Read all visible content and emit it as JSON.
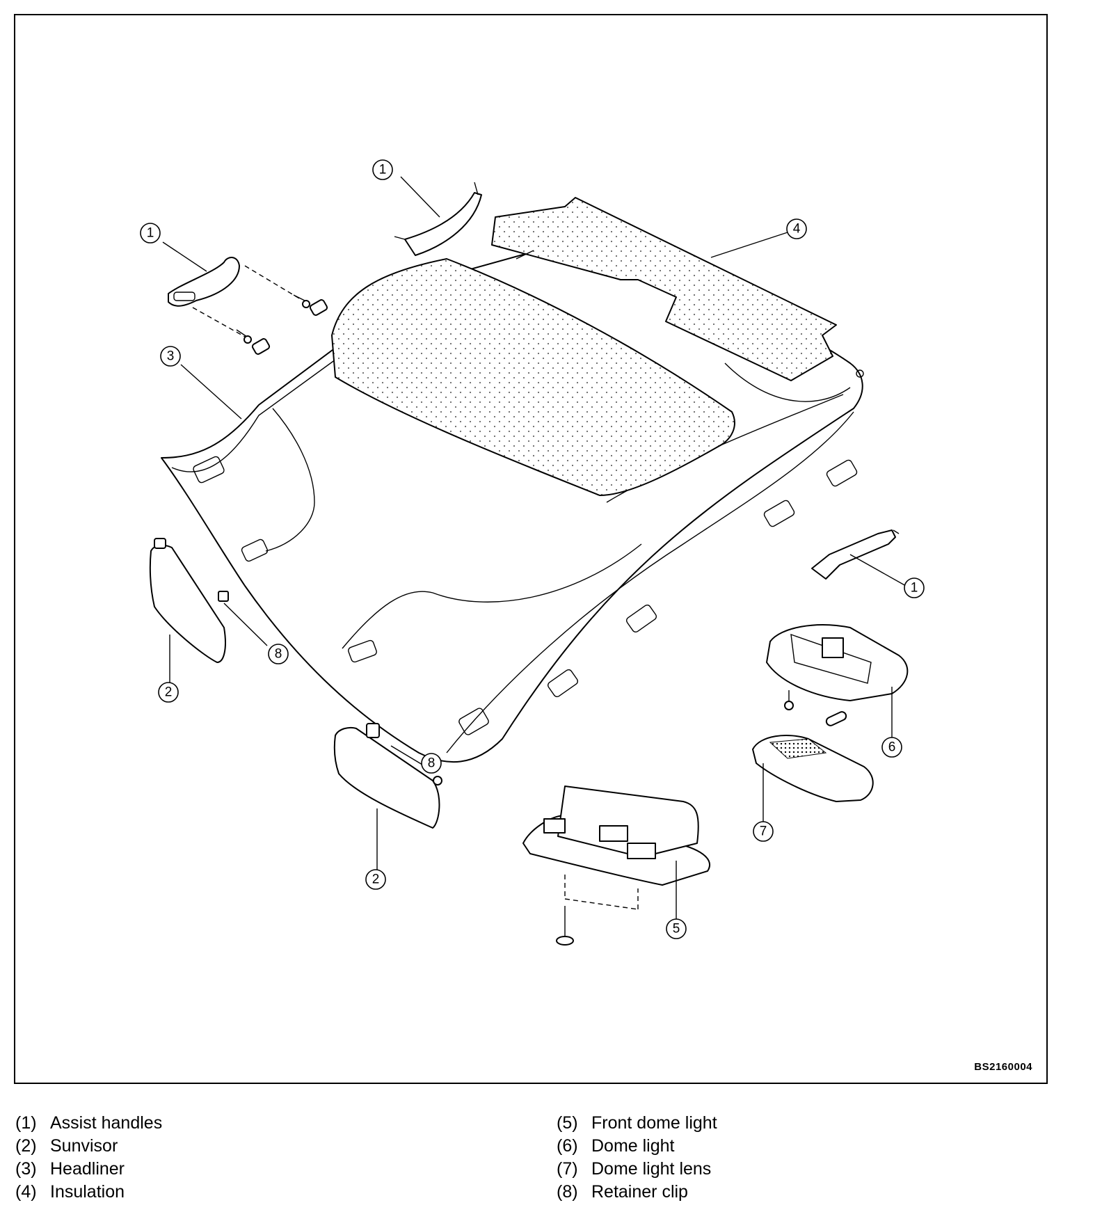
{
  "figure_code": "BS2160004",
  "callouts": {
    "c1": "1",
    "c2": "2",
    "c3": "3",
    "c4": "4",
    "c5": "5",
    "c6": "6",
    "c7": "7",
    "c8": "8"
  },
  "legend": {
    "left": [
      {
        "num": "(1)",
        "label": "Assist handles"
      },
      {
        "num": "(2)",
        "label": "Sunvisor"
      },
      {
        "num": "(3)",
        "label": "Headliner"
      },
      {
        "num": "(4)",
        "label": "Insulation"
      }
    ],
    "right": [
      {
        "num": "(5)",
        "label": "Front dome light"
      },
      {
        "num": "(6)",
        "label": "Dome light"
      },
      {
        "num": "(7)",
        "label": "Dome light lens"
      },
      {
        "num": "(8)",
        "label": "Retainer clip"
      }
    ]
  }
}
